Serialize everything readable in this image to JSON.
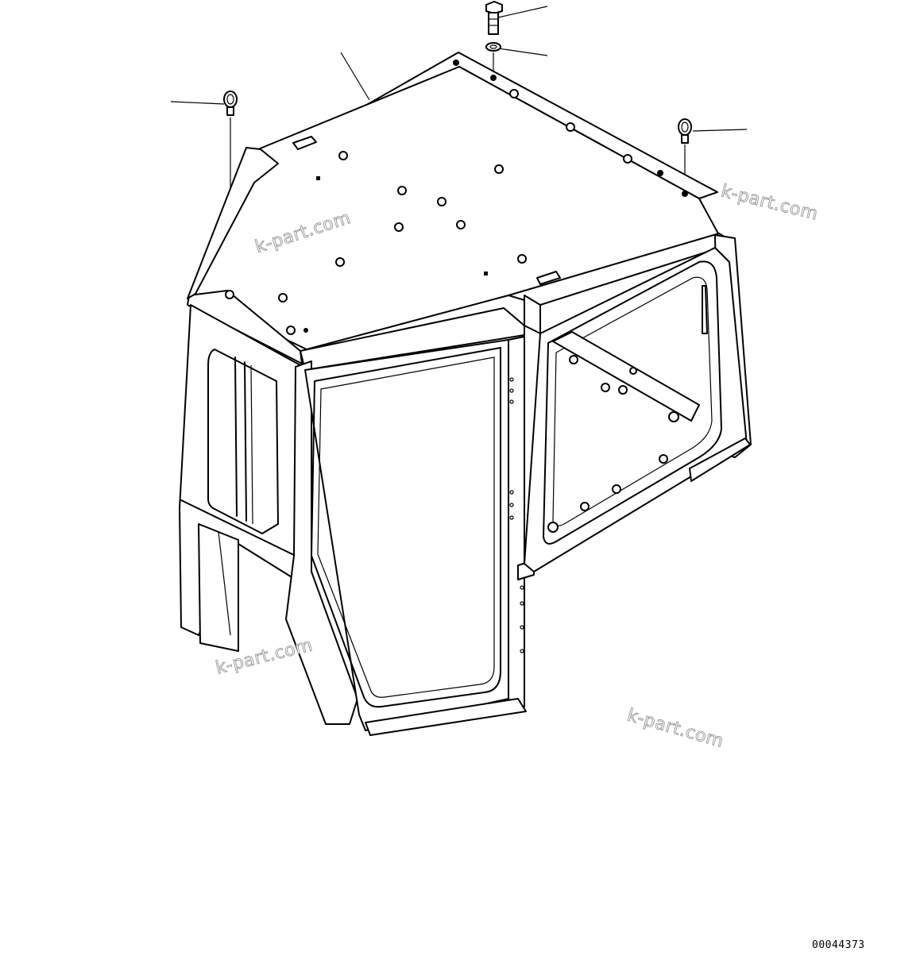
{
  "diagram": {
    "type": "exploded parts diagram",
    "subject": "operator cab frame (ROPS cab) with roof, door opening and rear window frame",
    "figure_number": "00044373",
    "watermarks": [
      "k-part.com",
      "k-part.com",
      "k-part.com",
      "k-part.com"
    ],
    "callouts": [
      {
        "id": "callout-bolt",
        "part": "bolt",
        "icon": "bolt-icon"
      },
      {
        "id": "callout-washer",
        "part": "washer",
        "icon": "washer-icon"
      },
      {
        "id": "callout-cab-frame",
        "part": "cab frame",
        "icon": "cab-frame-icon"
      },
      {
        "id": "callout-eyebolt-left",
        "part": "eye bolt (lifting)",
        "icon": "eyebolt-icon"
      },
      {
        "id": "callout-eyebolt-right",
        "part": "eye bolt (lifting)",
        "icon": "eyebolt-icon"
      }
    ],
    "colors": {
      "line": "#000000",
      "background": "#ffffff",
      "watermark": "#8a8a8a"
    }
  }
}
